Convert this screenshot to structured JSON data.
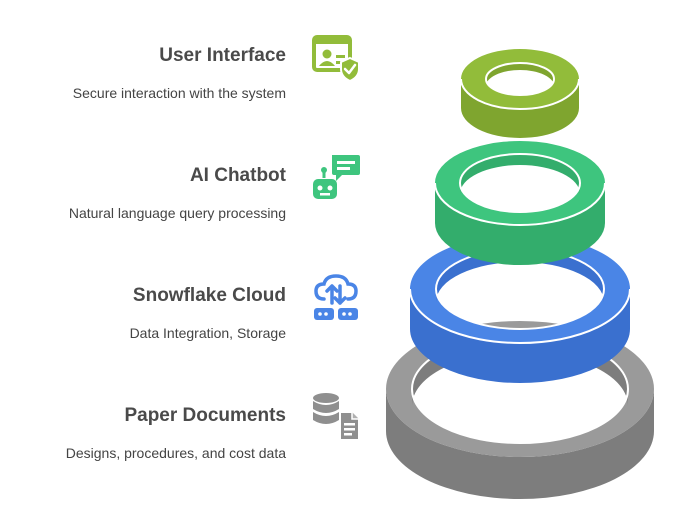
{
  "layers": [
    {
      "title": "User Interface",
      "description": "Secure interaction with the system",
      "icon": "user-shield-icon",
      "color": "#92bc3a",
      "title_color": "#4a4a4a"
    },
    {
      "title": "AI Chatbot",
      "description": "Natural language query processing",
      "icon": "robot-chat-icon",
      "color": "#3ec57e",
      "title_color": "#4a4a4a"
    },
    {
      "title": "Snowflake Cloud",
      "description": "Data Integration, Storage",
      "icon": "cloud-transfer-icon",
      "color": "#4a85e6",
      "title_color": "#4a4a4a"
    },
    {
      "title": "Paper Documents",
      "description": "Designs, procedures, and cost data",
      "icon": "database-doc-icon",
      "color": "#8f8f8f",
      "title_color": "#4a4a4a"
    }
  ]
}
